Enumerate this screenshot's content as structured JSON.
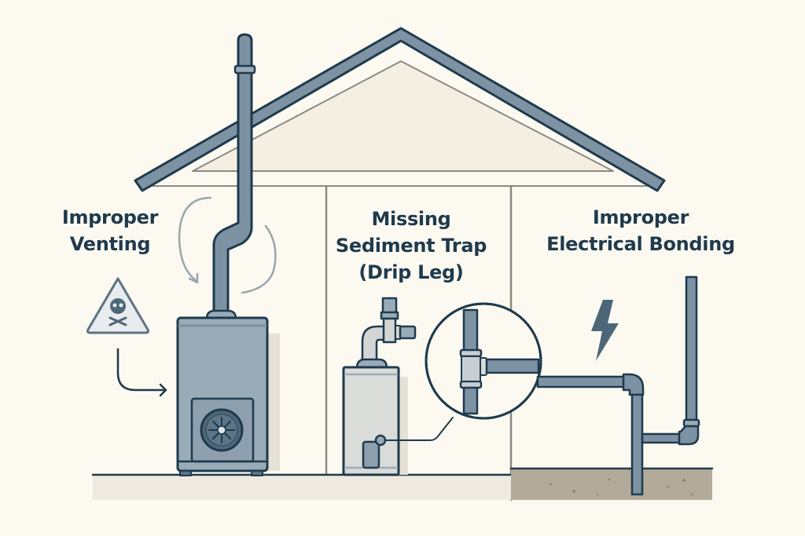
{
  "labels": {
    "venting": {
      "line1": "Improper",
      "line2": "Venting"
    },
    "sediment_trap": {
      "line1": "Missing",
      "line2": "Sediment Trap",
      "line3": "(Drip Leg)"
    },
    "bonding": {
      "line1": "Improper",
      "line2": "Electrical Bonding"
    }
  },
  "icons": [
    "warning-skull-icon",
    "lightning-bolt-icon",
    "rotation-arrows-icon",
    "pointer-arrow-icon",
    "magnifier-callout"
  ],
  "colors": {
    "background": "#fcf9f1",
    "outline": "#1f3a4d",
    "pipe": "#7d93a3",
    "furnace": "#9aabb8",
    "heater": "#d9dcd8",
    "soil": "#b3aa99",
    "floor": "#eeeae0"
  }
}
